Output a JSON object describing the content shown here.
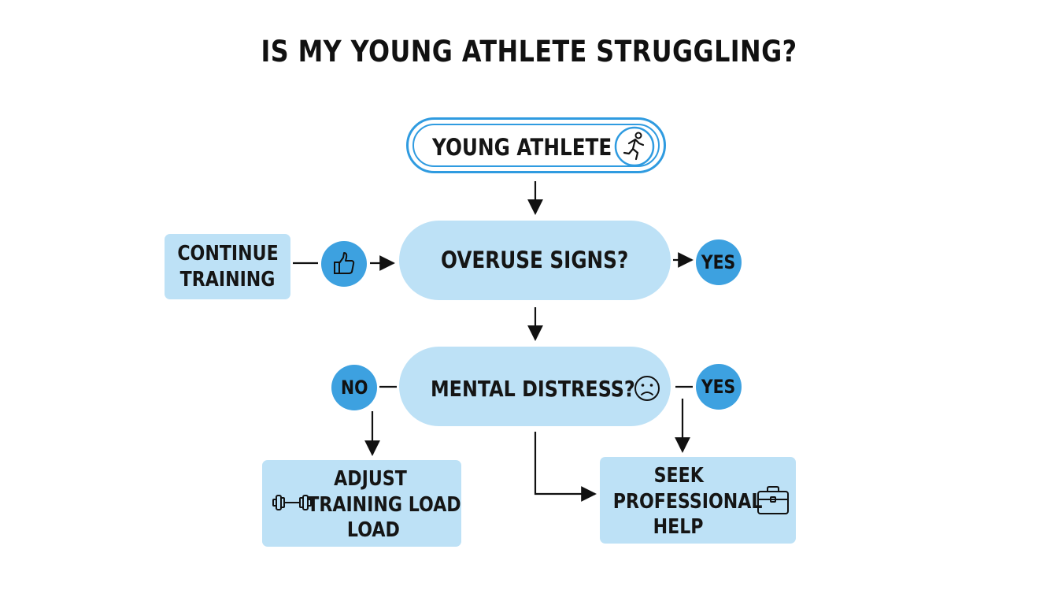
{
  "title": "IS MY YOUNG ATHLETE STRUGGLING?",
  "nodes": {
    "start": "YOUNG ATHLETE",
    "overuse": "OVERUSE SIGNS?",
    "mental": "MENTAL DISTRESS?",
    "continue": [
      "CONTINUE",
      "TRAINING"
    ],
    "adjust": [
      "ADJUST",
      "TRAINING LOAD",
      "LOAD"
    ],
    "seek": [
      "SEEK",
      "PROFESSIONAL",
      "HELP"
    ]
  },
  "badges": {
    "overuse_yes": "YES",
    "mental_no": "NO",
    "mental_yes": "YES"
  },
  "colors": {
    "node_fill": "#bde1f6",
    "badge_fill": "#3da1e0",
    "outline": "#2f9be0"
  },
  "icons": {
    "start": "running-person-icon",
    "continue": "thumbs-up-icon",
    "mental": "sad-face-icon",
    "adjust": "dumbbell-icon",
    "seek": "briefcase-icon"
  }
}
